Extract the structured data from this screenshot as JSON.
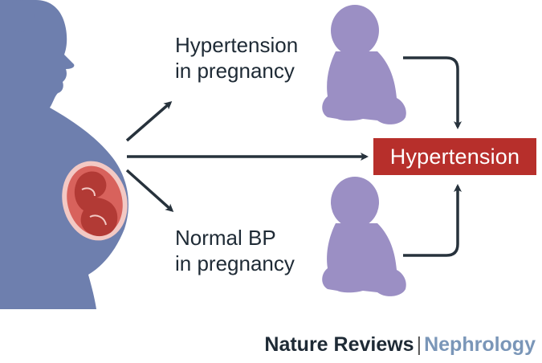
{
  "top_label": {
    "line1": "Hypertension",
    "line2": "in pregnancy"
  },
  "bottom_label": {
    "line1": "Normal BP",
    "line2": "in pregnancy"
  },
  "outcome": {
    "label": "Hypertension"
  },
  "footer": {
    "journal": "Nature Reviews",
    "separator": "|",
    "section": "Nephrology"
  },
  "colors": {
    "mother": "#6e7fae",
    "baby": "#9b8fc4",
    "fetus": "#c8504b",
    "arrow": "#27323c",
    "outcome_box": "#b72f2b",
    "footer_section": "#7a96b8"
  }
}
